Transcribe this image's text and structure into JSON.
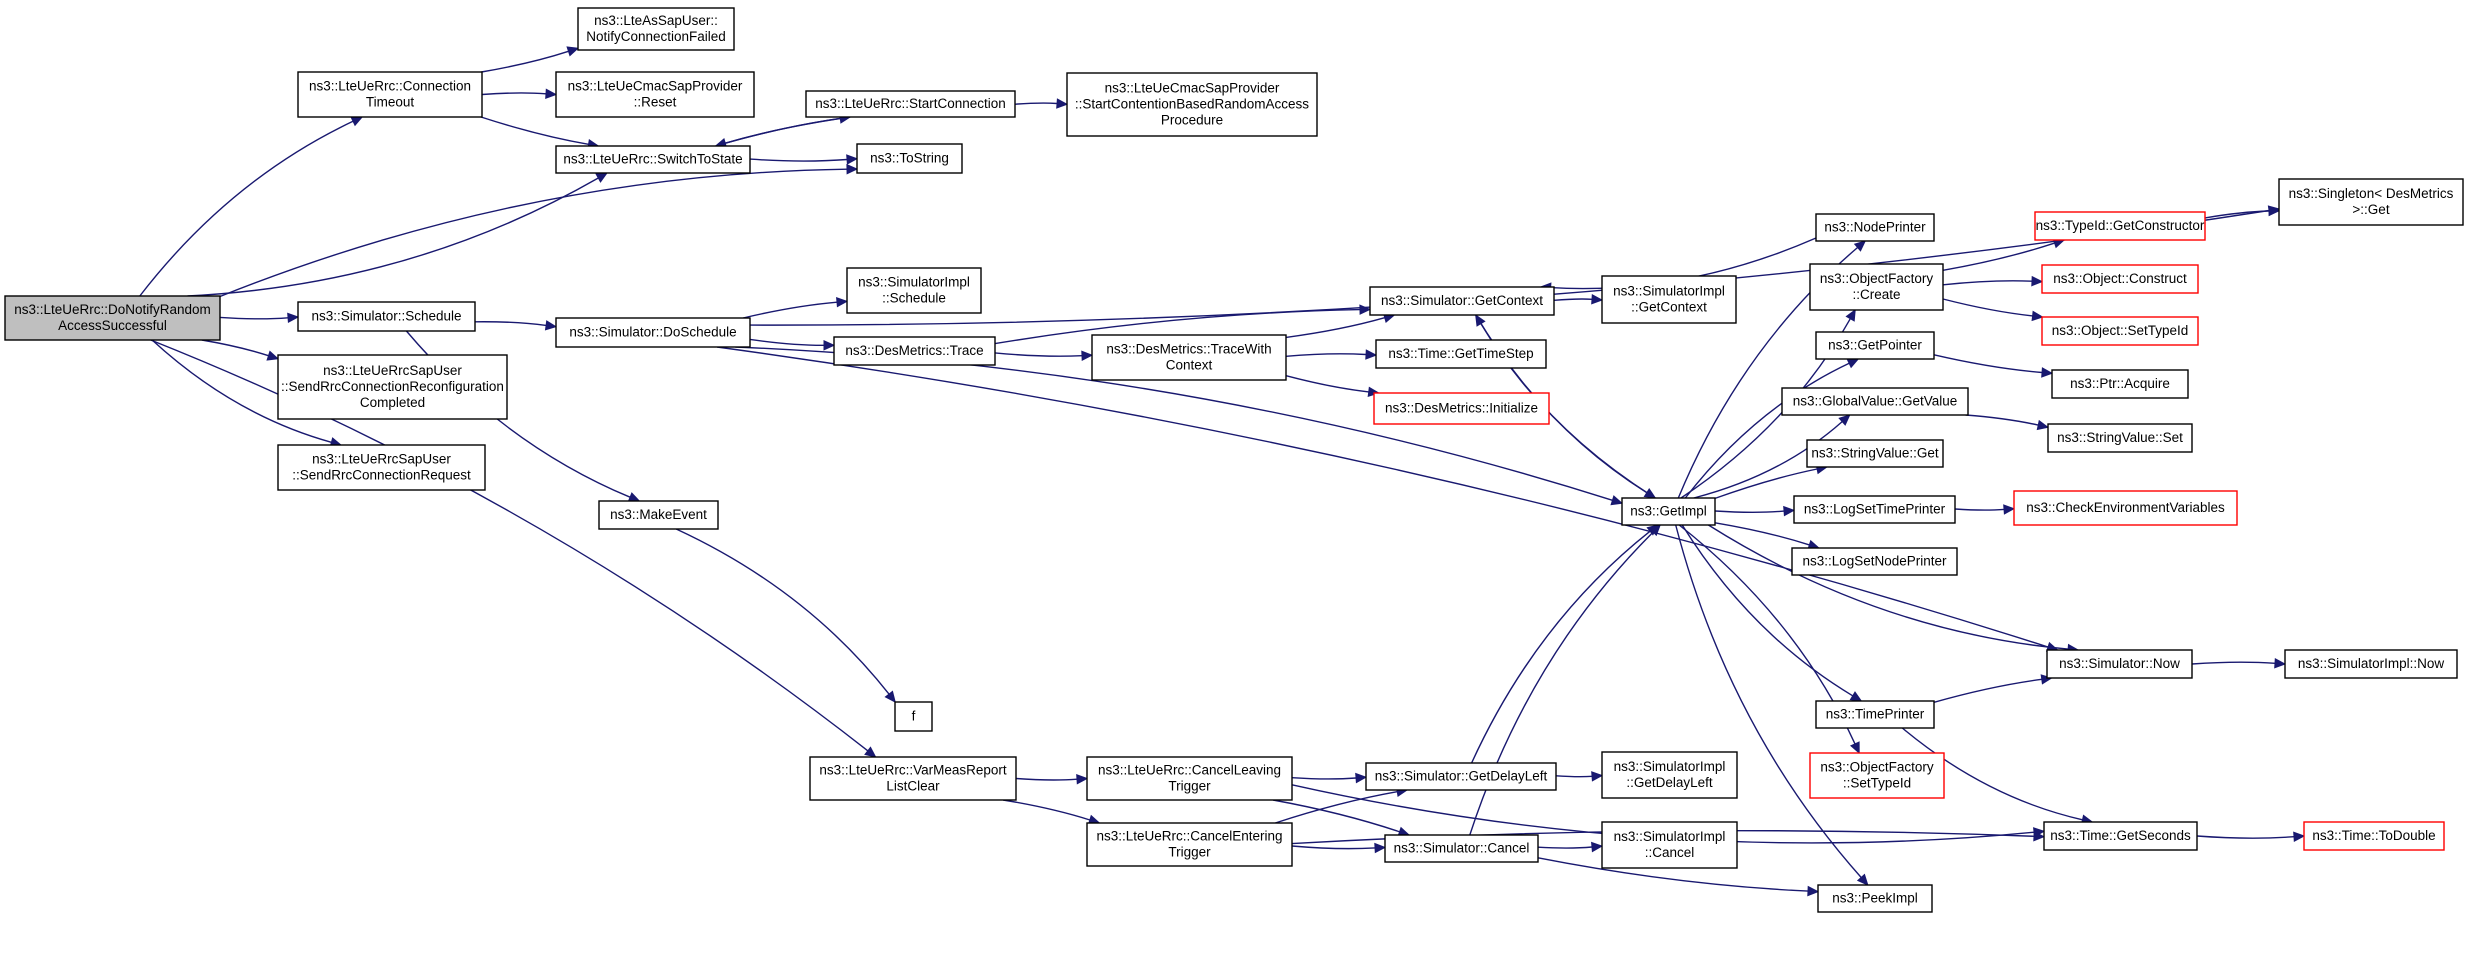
{
  "nodes": [
    {
      "id": "root",
      "lines": [
        "ns3::LteUeRrc::DoNotifyRandom",
        "AccessSuccessful"
      ],
      "root": true
    },
    {
      "id": "connTimeout",
      "lines": [
        "ns3::LteUeRrc::Connection",
        "Timeout"
      ]
    },
    {
      "id": "notifyConnFailed",
      "lines": [
        "ns3::LteAsSapUser::",
        "NotifyConnectionFailed"
      ]
    },
    {
      "id": "cmacReset",
      "lines": [
        "ns3::LteUeCmacSapProvider",
        "::Reset"
      ]
    },
    {
      "id": "startConnection",
      "lines": [
        "ns3::LteUeRrc::StartConnection"
      ]
    },
    {
      "id": "startContention",
      "lines": [
        "ns3::LteUeCmacSapProvider",
        "::StartContentionBasedRandomAccess",
        "Procedure"
      ]
    },
    {
      "id": "switchToState",
      "lines": [
        "ns3::LteUeRrc::SwitchToState"
      ]
    },
    {
      "id": "toString",
      "lines": [
        "ns3::ToString"
      ]
    },
    {
      "id": "simSchedule",
      "lines": [
        "ns3::Simulator::Schedule"
      ]
    },
    {
      "id": "sendReconfig",
      "lines": [
        "ns3::LteUeRrcSapUser",
        "::SendRrcConnectionReconfiguration",
        "Completed"
      ]
    },
    {
      "id": "sendRequest",
      "lines": [
        "ns3::LteUeRrcSapUser",
        "::SendRrcConnectionRequest"
      ]
    },
    {
      "id": "doSchedule",
      "lines": [
        "ns3::Simulator::DoSchedule"
      ]
    },
    {
      "id": "implSchedule",
      "lines": [
        "ns3::SimulatorImpl",
        "::Schedule"
      ]
    },
    {
      "id": "desTrace",
      "lines": [
        "ns3::DesMetrics::Trace"
      ]
    },
    {
      "id": "traceWithCtx",
      "lines": [
        "ns3::DesMetrics::TraceWith",
        "Context"
      ]
    },
    {
      "id": "getContext",
      "lines": [
        "ns3::Simulator::GetContext"
      ]
    },
    {
      "id": "implGetContext",
      "lines": [
        "ns3::SimulatorImpl",
        "::GetContext"
      ]
    },
    {
      "id": "getTimeStep",
      "lines": [
        "ns3::Time::GetTimeStep"
      ]
    },
    {
      "id": "desInit",
      "lines": [
        "ns3::DesMetrics::Initialize"
      ],
      "truncated": true
    },
    {
      "id": "makeEvent",
      "lines": [
        "ns3::MakeEvent"
      ]
    },
    {
      "id": "f",
      "lines": [
        "f"
      ]
    },
    {
      "id": "varMeas",
      "lines": [
        "ns3::LteUeRrc::VarMeasReport",
        "ListClear"
      ]
    },
    {
      "id": "cancelLeaving",
      "lines": [
        "ns3::LteUeRrc::CancelLeaving",
        "Trigger"
      ]
    },
    {
      "id": "cancelEntering",
      "lines": [
        "ns3::LteUeRrc::CancelEntering",
        "Trigger"
      ]
    },
    {
      "id": "getDelayLeft",
      "lines": [
        "ns3::Simulator::GetDelayLeft"
      ]
    },
    {
      "id": "implGetDelayLeft",
      "lines": [
        "ns3::SimulatorImpl",
        "::GetDelayLeft"
      ]
    },
    {
      "id": "simCancel",
      "lines": [
        "ns3::Simulator::Cancel"
      ]
    },
    {
      "id": "implCancel",
      "lines": [
        "ns3::SimulatorImpl",
        "::Cancel"
      ]
    },
    {
      "id": "getImpl",
      "lines": [
        "ns3::GetImpl"
      ]
    },
    {
      "id": "nodePrinter",
      "lines": [
        "ns3::NodePrinter"
      ]
    },
    {
      "id": "objFactCreate",
      "lines": [
        "ns3::ObjectFactory",
        "::Create"
      ]
    },
    {
      "id": "getPointer",
      "lines": [
        "ns3::GetPointer"
      ]
    },
    {
      "id": "gvGetValue",
      "lines": [
        "ns3::GlobalValue::GetValue"
      ]
    },
    {
      "id": "svGet",
      "lines": [
        "ns3::StringValue::Get"
      ]
    },
    {
      "id": "logSetTime",
      "lines": [
        "ns3::LogSetTimePrinter"
      ]
    },
    {
      "id": "logSetNode",
      "lines": [
        "ns3::LogSetNodePrinter"
      ]
    },
    {
      "id": "timePrinter",
      "lines": [
        "ns3::TimePrinter"
      ]
    },
    {
      "id": "ofSetTypeId",
      "lines": [
        "ns3::ObjectFactory",
        "::SetTypeId"
      ],
      "truncated": true
    },
    {
      "id": "peekImpl",
      "lines": [
        "ns3::PeekImpl"
      ]
    },
    {
      "id": "singletonGet",
      "lines": [
        "ns3::Singleton< DesMetrics",
        ">::Get"
      ]
    },
    {
      "id": "typeIdGetCtor",
      "lines": [
        "ns3::TypeId::GetConstructor"
      ],
      "truncated": true
    },
    {
      "id": "objConstruct",
      "lines": [
        "ns3::Object::Construct"
      ],
      "truncated": true
    },
    {
      "id": "objSetTypeId",
      "lines": [
        "ns3::Object::SetTypeId"
      ],
      "truncated": true
    },
    {
      "id": "ptrAcquire",
      "lines": [
        "ns3::Ptr::Acquire"
      ]
    },
    {
      "id": "svSet",
      "lines": [
        "ns3::StringValue::Set"
      ]
    },
    {
      "id": "checkEnv",
      "lines": [
        "ns3::CheckEnvironmentVariables"
      ],
      "truncated": true
    },
    {
      "id": "simNow",
      "lines": [
        "ns3::Simulator::Now"
      ]
    },
    {
      "id": "implNow",
      "lines": [
        "ns3::SimulatorImpl::Now"
      ]
    },
    {
      "id": "getSeconds",
      "lines": [
        "ns3::Time::GetSeconds"
      ]
    },
    {
      "id": "toDouble",
      "lines": [
        "ns3::Time::ToDouble"
      ],
      "truncated": true
    }
  ],
  "edges": [
    [
      "root",
      "connTimeout"
    ],
    [
      "root",
      "switchToState"
    ],
    [
      "root",
      "toString"
    ],
    [
      "root",
      "simSchedule"
    ],
    [
      "root",
      "sendReconfig"
    ],
    [
      "root",
      "sendRequest"
    ],
    [
      "root",
      "varMeas"
    ],
    [
      "connTimeout",
      "notifyConnFailed"
    ],
    [
      "connTimeout",
      "cmacReset"
    ],
    [
      "connTimeout",
      "switchToState"
    ],
    [
      "switchToState",
      "startConnection"
    ],
    [
      "switchToState",
      "toString"
    ],
    [
      "startConnection",
      "startContention"
    ],
    [
      "startConnection",
      "switchToState"
    ],
    [
      "simSchedule",
      "doSchedule"
    ],
    [
      "simSchedule",
      "makeEvent"
    ],
    [
      "doSchedule",
      "implSchedule"
    ],
    [
      "doSchedule",
      "desTrace"
    ],
    [
      "doSchedule",
      "getImpl"
    ],
    [
      "doSchedule",
      "singletonGet"
    ],
    [
      "doSchedule",
      "simNow"
    ],
    [
      "desTrace",
      "traceWithCtx"
    ],
    [
      "desTrace",
      "getContext"
    ],
    [
      "traceWithCtx",
      "getContext"
    ],
    [
      "traceWithCtx",
      "getTimeStep"
    ],
    [
      "traceWithCtx",
      "desInit"
    ],
    [
      "getContext",
      "implGetContext"
    ],
    [
      "getContext",
      "getImpl"
    ],
    [
      "makeEvent",
      "f"
    ],
    [
      "varMeas",
      "cancelLeaving"
    ],
    [
      "varMeas",
      "cancelEntering"
    ],
    [
      "cancelLeaving",
      "getDelayLeft"
    ],
    [
      "cancelLeaving",
      "simCancel"
    ],
    [
      "cancelLeaving",
      "getSeconds"
    ],
    [
      "cancelEntering",
      "getDelayLeft"
    ],
    [
      "cancelEntering",
      "simCancel"
    ],
    [
      "cancelEntering",
      "getSeconds"
    ],
    [
      "getDelayLeft",
      "implGetDelayLeft"
    ],
    [
      "getDelayLeft",
      "getImpl"
    ],
    [
      "simCancel",
      "implCancel"
    ],
    [
      "simCancel",
      "getImpl"
    ],
    [
      "simCancel",
      "peekImpl"
    ],
    [
      "getImpl",
      "nodePrinter"
    ],
    [
      "getImpl",
      "objFactCreate"
    ],
    [
      "getImpl",
      "getPointer"
    ],
    [
      "getImpl",
      "gvGetValue"
    ],
    [
      "getImpl",
      "svGet"
    ],
    [
      "getImpl",
      "logSetTime"
    ],
    [
      "getImpl",
      "logSetNode"
    ],
    [
      "getImpl",
      "timePrinter"
    ],
    [
      "getImpl",
      "ofSetTypeId"
    ],
    [
      "getImpl",
      "peekImpl"
    ],
    [
      "getImpl",
      "getContext"
    ],
    [
      "getImpl",
      "simNow"
    ],
    [
      "nodePrinter",
      "getContext"
    ],
    [
      "objFactCreate",
      "typeIdGetCtor"
    ],
    [
      "objFactCreate",
      "objConstruct"
    ],
    [
      "objFactCreate",
      "objSetTypeId"
    ],
    [
      "typeIdGetCtor",
      "singletonGet"
    ],
    [
      "getPointer",
      "ptrAcquire"
    ],
    [
      "gvGetValue",
      "svSet"
    ],
    [
      "logSetTime",
      "checkEnv"
    ],
    [
      "timePrinter",
      "simNow"
    ],
    [
      "timePrinter",
      "getSeconds"
    ],
    [
      "simNow",
      "implNow"
    ],
    [
      "getSeconds",
      "toDouble"
    ]
  ]
}
